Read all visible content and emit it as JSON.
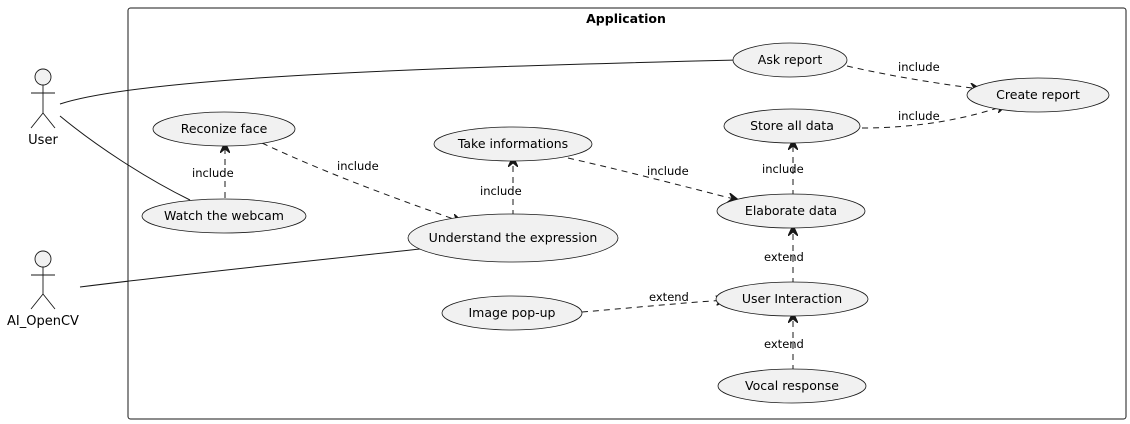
{
  "system": {
    "title": "Application"
  },
  "actors": {
    "user": "User",
    "ai": "AI_OpenCV"
  },
  "use_cases": {
    "ask_report": "Ask report",
    "create_report": "Create report",
    "store_all_data": "Store all data",
    "reconize_face": "Reconize face",
    "take_informations": "Take informations",
    "watch_webcam": "Watch the webcam",
    "understand_expression": "Understand the expression",
    "elaborate_data": "Elaborate data",
    "image_popup": "Image pop-up",
    "user_interaction": "User Interaction",
    "vocal_response": "Vocal response"
  },
  "relations": {
    "include": "include",
    "extend": "extend"
  }
}
